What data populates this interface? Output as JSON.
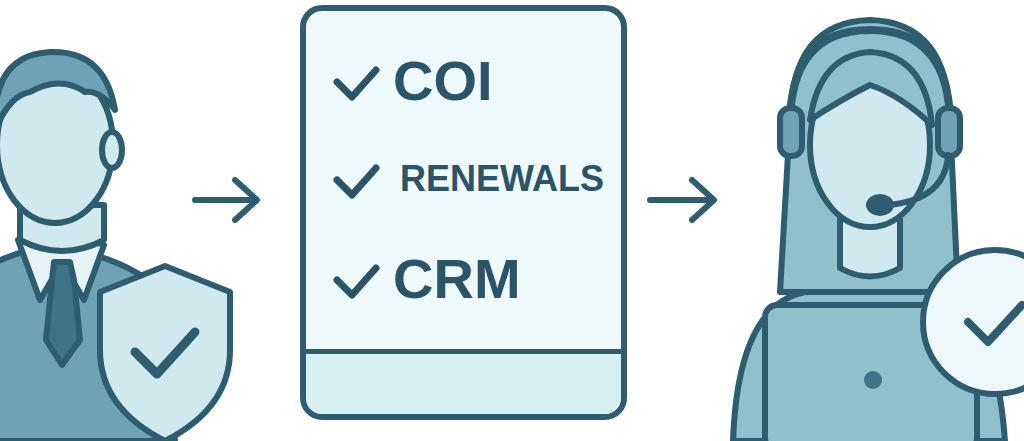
{
  "diagram": {
    "nodes": [
      {
        "text": [
          "COI",
          "RENEWALS",
          "CRM"
        ]
      }
    ]
  }
}
